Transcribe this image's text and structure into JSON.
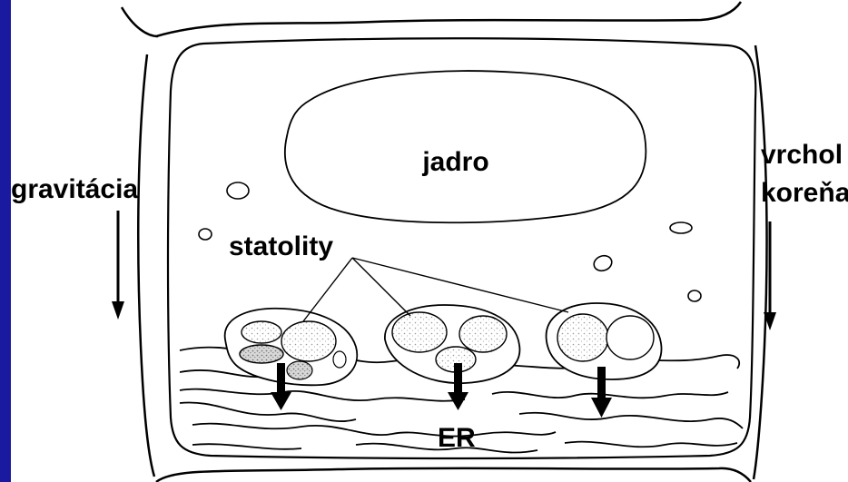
{
  "slide": {
    "background_color": "#1a1aa0",
    "panel_color": "#ffffff"
  },
  "labels": {
    "nucleus": "jadro",
    "gravity": "gravitácia",
    "root_tip_line1": "vrchol",
    "root_tip_line2": "koreňa",
    "statoliths": "statolity",
    "er": "ER"
  }
}
